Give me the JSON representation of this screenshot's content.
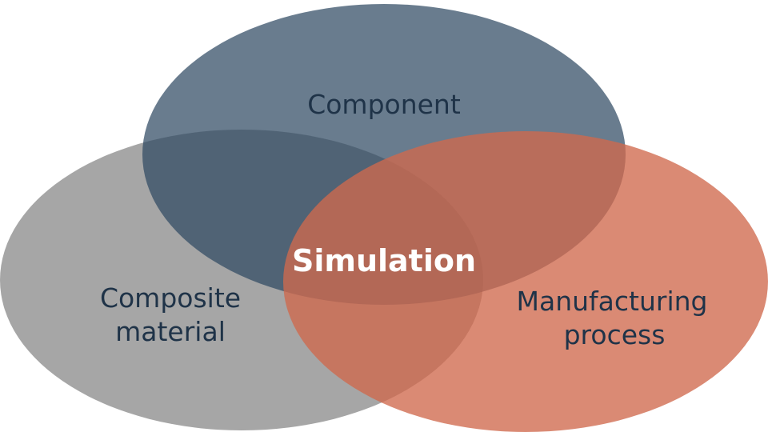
{
  "sets": [
    {
      "label_lines": [
        "Component"
      ],
      "color": "#2f4a63"
    },
    {
      "label_lines": [
        "Composite",
        "material"
      ],
      "color": "#a6a6a6"
    },
    {
      "label_lines": [
        "Manufacturing",
        "process"
      ],
      "color": "#d8785e"
    }
  ],
  "center_label": "Simulation"
}
